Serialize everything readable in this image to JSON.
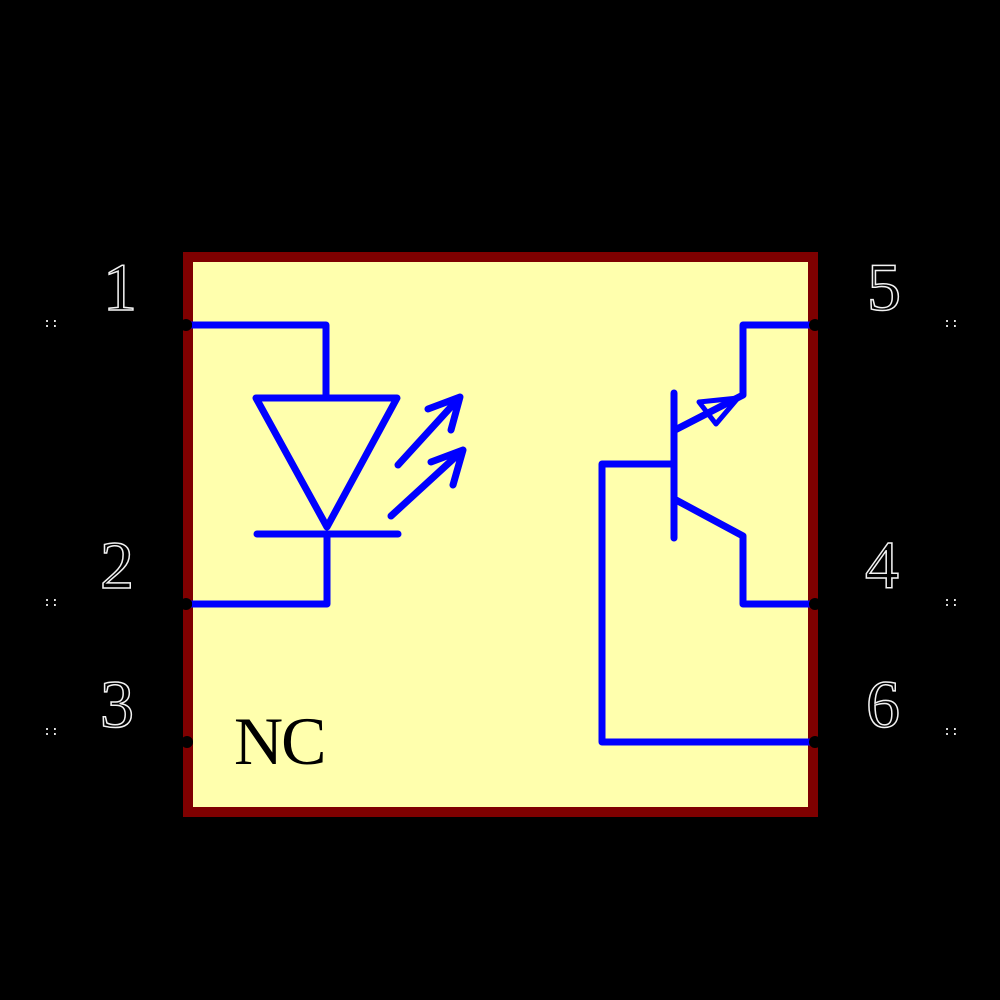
{
  "symbol": {
    "label_nc": "NC",
    "colors": {
      "background": "#000000",
      "body_fill": "#FFFFAD",
      "body_outline": "#7F0000",
      "graphics_blue": "#0000FF",
      "pin_number_fill": "#000000",
      "pin_number_outline": "#F2F2F2",
      "marker_white": "#FFFFFF"
    }
  },
  "pins": {
    "left": [
      {
        "number": "1",
        "marker": "::"
      },
      {
        "number": "2",
        "marker": "::"
      },
      {
        "number": "3",
        "marker": "::"
      }
    ],
    "right": [
      {
        "number": "5",
        "marker": "::"
      },
      {
        "number": "4",
        "marker": "::"
      },
      {
        "number": "6",
        "marker": "::"
      }
    ]
  }
}
